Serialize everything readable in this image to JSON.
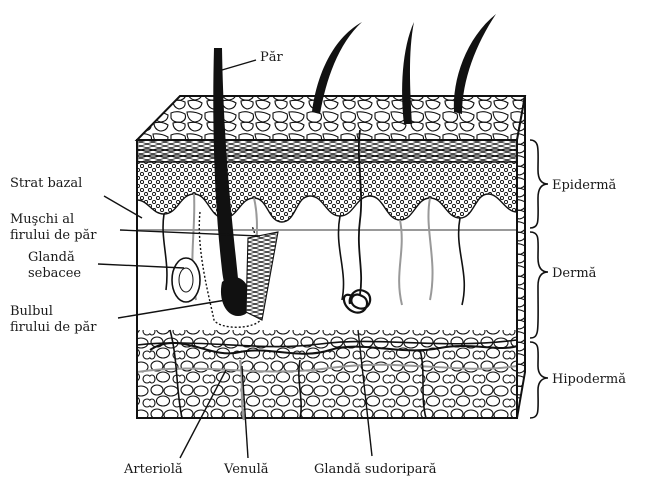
{
  "labels": {
    "hair": "Păr",
    "basal_layer": "Strat bazal",
    "hair_muscle_1": "Muşchi al",
    "hair_muscle_2": "firului de păr",
    "sebaceous_1": "Glandă",
    "sebaceous_2": "sebacee",
    "bulb_1": "Bulbul",
    "bulb_2": "firului de păr",
    "epidermis": "Epidermă",
    "dermis": "Dermă",
    "hypodermis": "Hipodermă",
    "arteriole": "Arteriolă",
    "venule": "Venulă",
    "sweat_gland": "Glandă sudoripară"
  }
}
